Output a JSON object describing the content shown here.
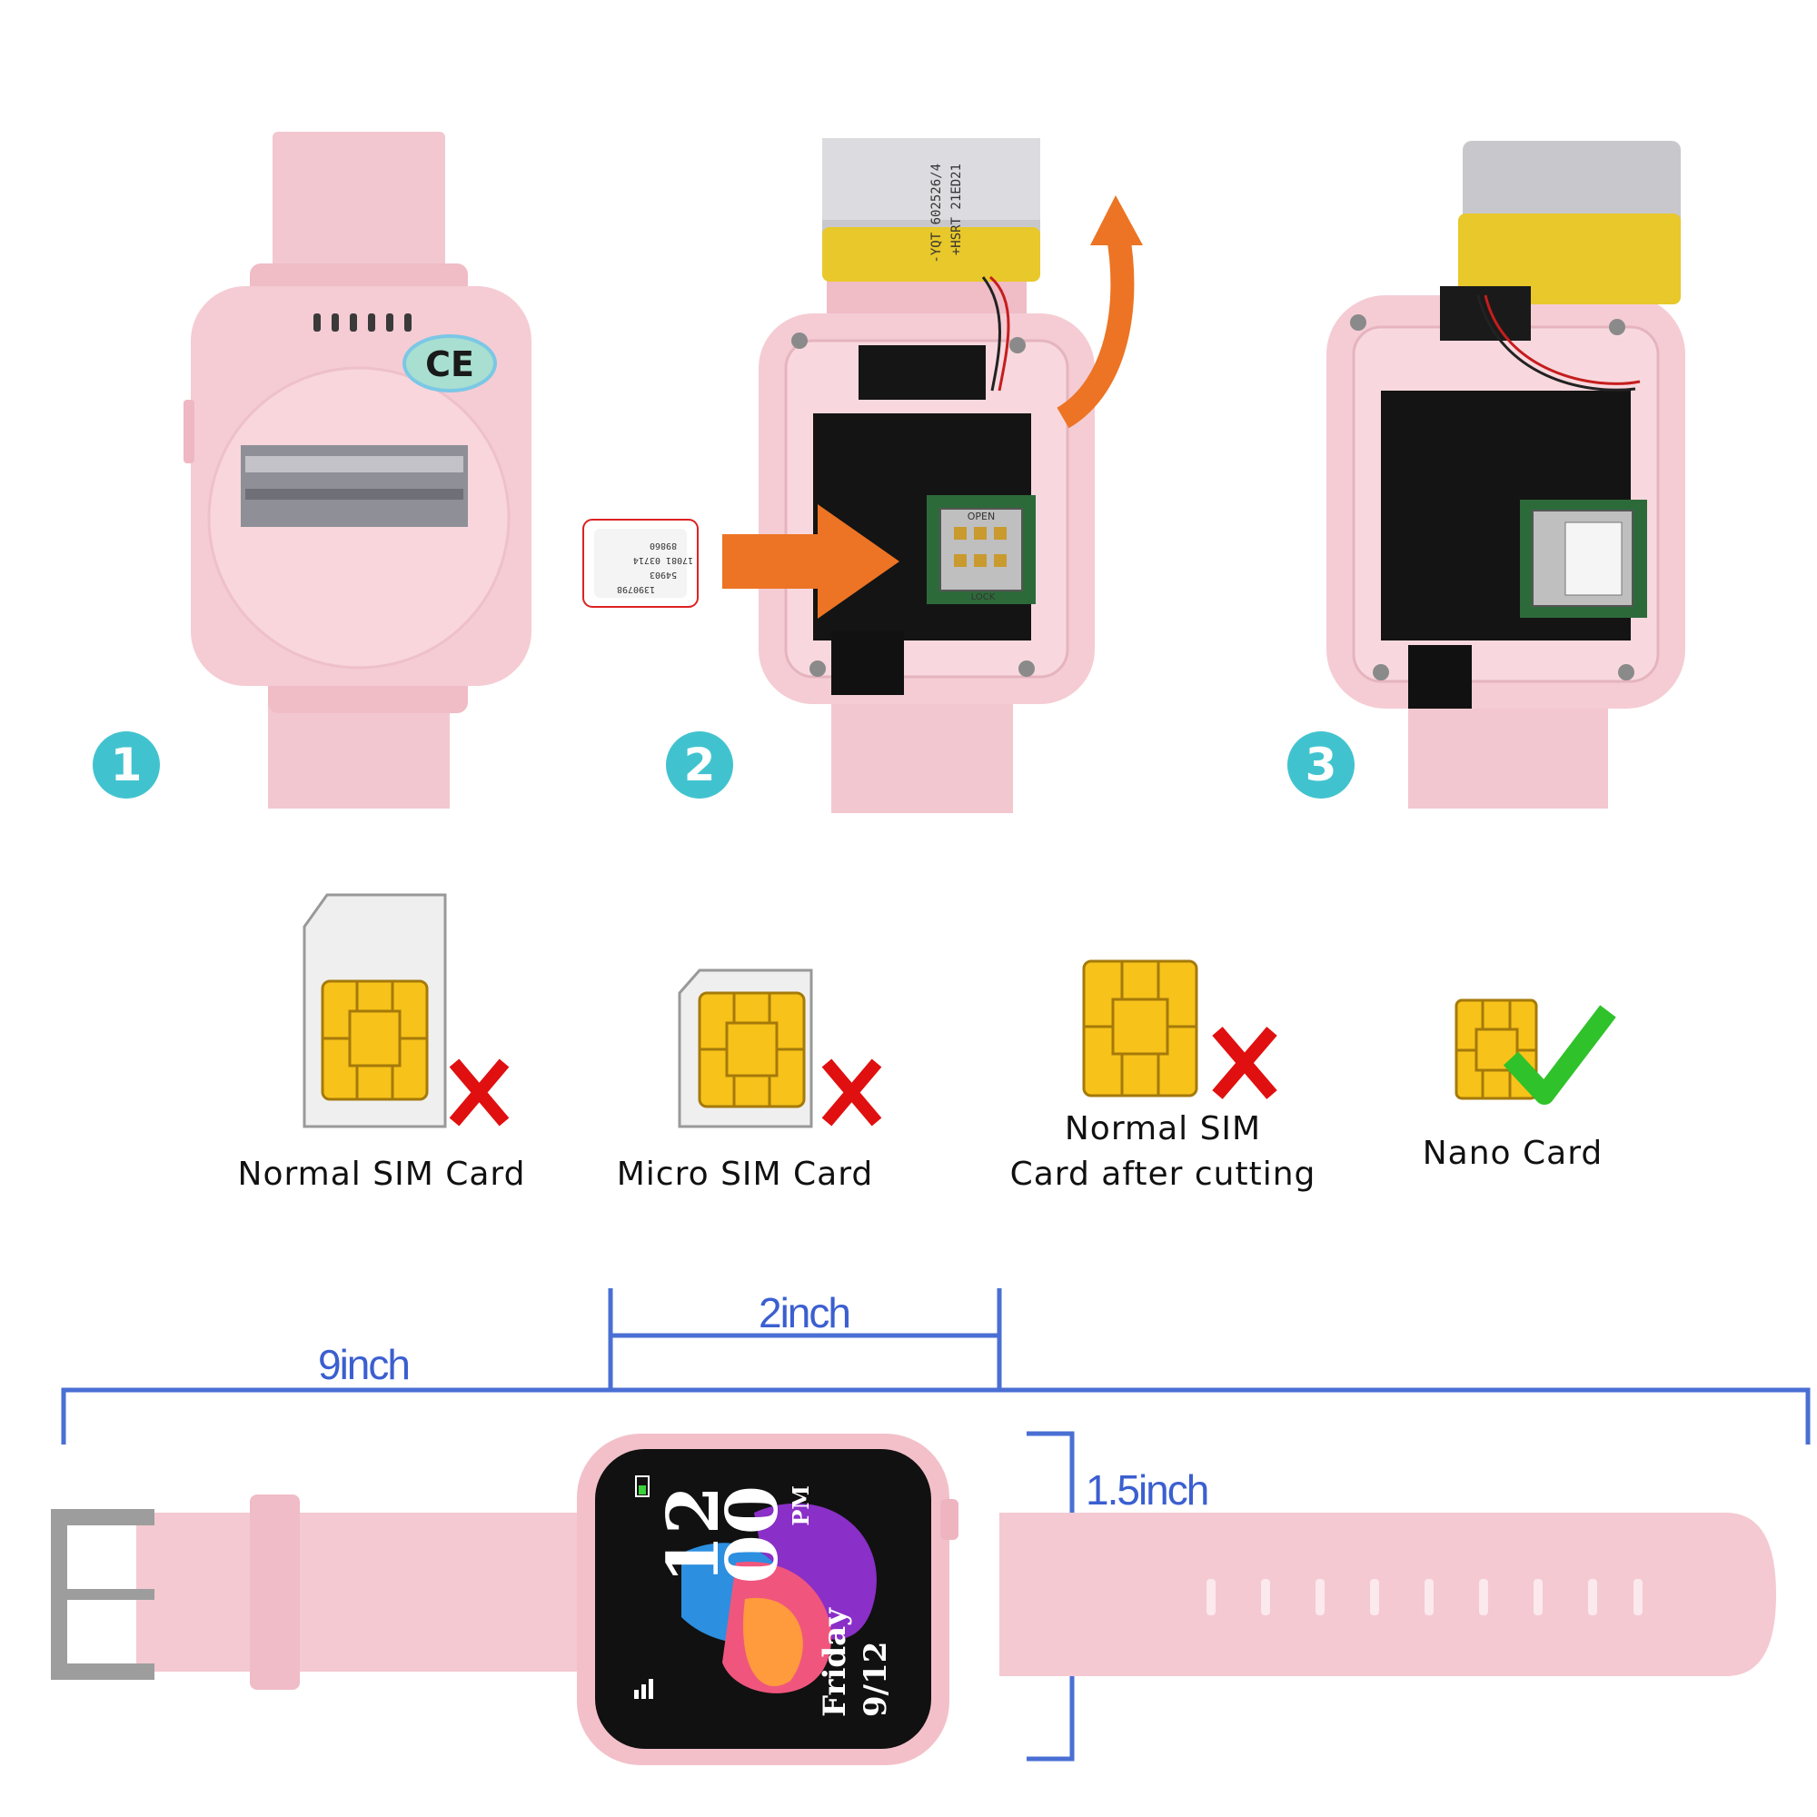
{
  "steps": [
    {
      "number": "1"
    },
    {
      "number": "2"
    },
    {
      "number": "3"
    }
  ],
  "back_label": "CE",
  "battery_print": [
    "-YQT 602526/4",
    "+HSRT 21ED21"
  ],
  "sim_card_print": [
    "89860",
    "17081 03714",
    "54903",
    "1390798"
  ],
  "slot_print": [
    "OPEN",
    "LOCK"
  ],
  "sim_types": [
    {
      "label": "Normal SIM Card",
      "accepted": false
    },
    {
      "label": "Micro SIM Card",
      "accepted": false
    },
    {
      "label_line1": "Normal SIM",
      "label_line2": "Card after cutting",
      "accepted": false
    },
    {
      "label": "Nano Card",
      "accepted": true
    }
  ],
  "dimensions": {
    "total_length": "9inch",
    "case_width": "2inch",
    "case_height": "1.5inch"
  },
  "watch_face": {
    "hour": "12",
    "minute": "00",
    "ampm": "PM",
    "day": "Friday",
    "date": "9/12"
  },
  "colors": {
    "strap_pink": "#f4c9d2",
    "badge_teal": "#41c3cf",
    "arrow_orange": "#ec7424",
    "dimension_blue": "#3b5fd0",
    "reject_red": "#e01010",
    "accept_green": "#2fc22a",
    "chip_gold": "#f7c21a"
  }
}
